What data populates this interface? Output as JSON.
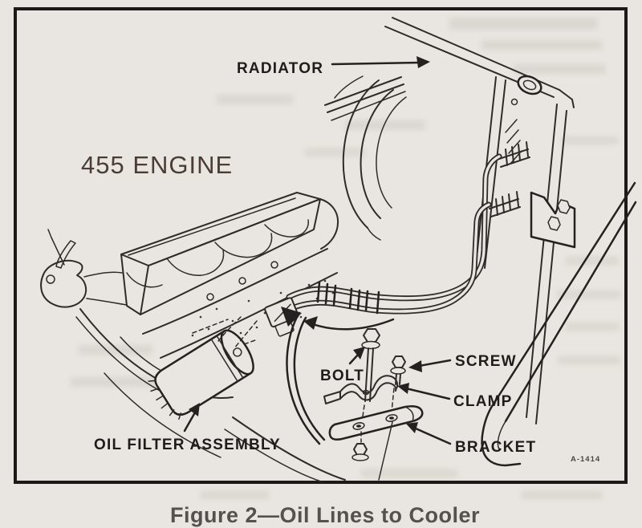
{
  "figure": {
    "caption": "Figure 2—Oil Lines to Cooler",
    "drawing_code": "A-1414",
    "engine_label": "455 ENGINE",
    "callouts": {
      "radiator": "RADIATOR",
      "oil_filter": "OIL FILTER ASSEMBLY",
      "bolt": "BOLT",
      "screw": "SCREW",
      "clamp": "CLAMP",
      "bracket": "BRACKET"
    },
    "colors": {
      "paper": "#e9e6e1",
      "ink": "#2e2c29",
      "engine_label_ink": "#4b3d35",
      "caption_ink": "#54524e"
    }
  }
}
